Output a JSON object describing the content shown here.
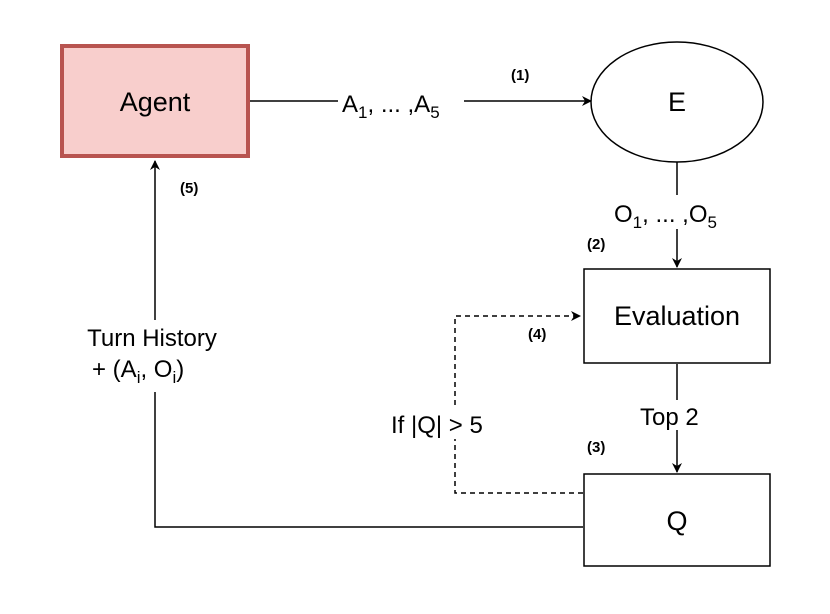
{
  "nodes": {
    "agent": {
      "label": "Agent"
    },
    "environment": {
      "label": "E"
    },
    "evaluation": {
      "label": "Evaluation"
    },
    "queue": {
      "label": "Q"
    }
  },
  "edges": {
    "actions": {
      "first": "A",
      "first_sub": "1",
      "middle": ", ... ,",
      "last": "A",
      "last_sub": "5"
    },
    "observations": {
      "first": "O",
      "first_sub": "1",
      "middle": ", ... ,",
      "last": "O",
      "last_sub": "5"
    },
    "top2": {
      "label": "Top 2"
    },
    "overflow": {
      "label": "If |Q| > 5"
    },
    "history": {
      "line1": "Turn History",
      "line2_prefix": "+ (A",
      "sub_a": "i",
      "mid": ", O",
      "sub_o": "i",
      "end": ")"
    }
  },
  "steps": {
    "s1": "(1)",
    "s2": "(2)",
    "s3": "(3)",
    "s4": "(4)",
    "s5": "(5)"
  },
  "colors": {
    "agent_fill": "#f8cecc",
    "agent_stroke": "#b85450",
    "stroke": "#000000",
    "background": "#ffffff"
  }
}
